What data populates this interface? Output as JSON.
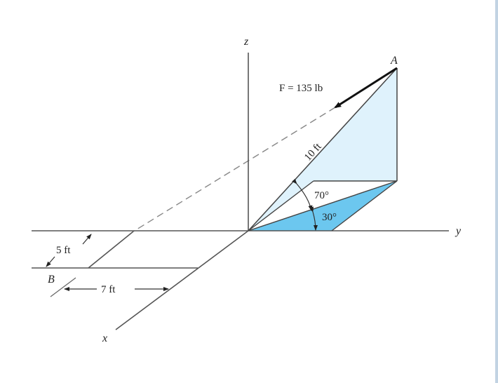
{
  "figure": {
    "type": "3d-statics-force-diagram",
    "axes": {
      "x_label": "x",
      "y_label": "y",
      "z_label": "z"
    },
    "points": {
      "A_label": "A",
      "B_label": "B"
    },
    "force": {
      "label": "F = 135 lb",
      "direction": "from A toward B"
    },
    "dimensions": {
      "length_OA": "10 ft",
      "offset_x": "5 ft",
      "offset_y": "7 ft"
    },
    "angles": {
      "elevation": "70°",
      "azimuth": "30°"
    },
    "colors": {
      "light_plane": "#dff2fc",
      "dark_plane": "#6cc7ef",
      "lines": "#444444",
      "dashed": "#888888",
      "right_border": "#c2d3e3"
    }
  }
}
